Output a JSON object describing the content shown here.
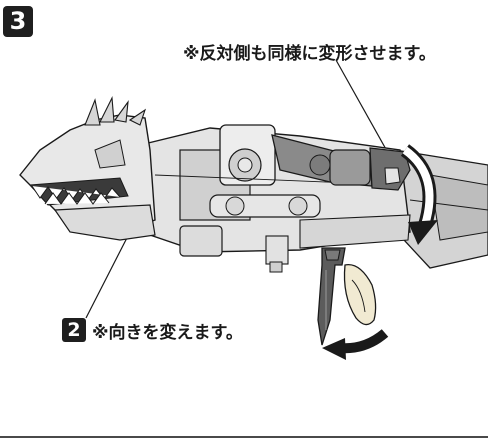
{
  "step": {
    "number": "3"
  },
  "callouts": {
    "top_note": "※反対側も同様に変形させます。",
    "bottom_badge": "2",
    "bottom_note": "※向きを変えます。"
  },
  "colors": {
    "ink": "#1a1a1a",
    "plastic_light": "#e4e4e4",
    "plastic_mid": "#bdbdbd",
    "plastic_dark": "#6e6e6e",
    "arm_gray": "#8a8a8a",
    "accent_cream": "#f1ead2"
  },
  "icons": {
    "rotate_arrow": "curved-rotate-arrow-icon",
    "turn_arrow": "curved-turn-arrow-icon"
  }
}
